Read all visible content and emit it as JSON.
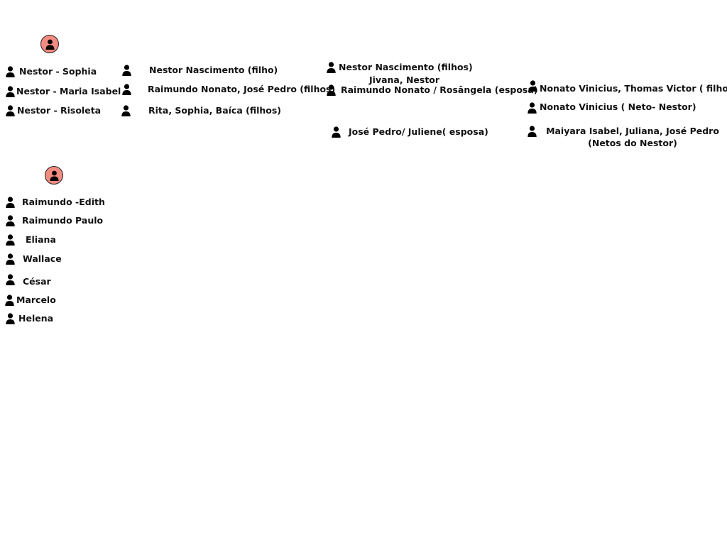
{
  "colors": {
    "hub_fill": "#f28b82",
    "icon": "#000000",
    "text": "#111111"
  },
  "icon_name": "person-icon",
  "groups": [
    {
      "hub": "person-icon",
      "nodes": [
        {
          "label": "Nestor - Sophia"
        },
        {
          "label": "Nestor - Maria Isabel"
        },
        {
          "label": "Nestor - Risoleta"
        },
        {
          "label": "Nestor  Nascimento  (filho)"
        },
        {
          "label": "Raimundo Nonato,  José Pedro (filhos)"
        },
        {
          "label": "Rita, Sophia, Baíca (filhos)"
        },
        {
          "label": "Nestor  Nascimento  (filhos)"
        },
        {
          "label": "Jivana, Nestor"
        },
        {
          "label": "Raimundo Nonato / Rosângela (esposa)"
        },
        {
          "label": "José Pedro/ Juliene( esposa)"
        },
        {
          "label": "Nonato Vinicius, Thomas Victor ( filhos)."
        },
        {
          "label": "Nonato Vinicius (  Neto- Nestor)"
        },
        {
          "label": "Maiyara Isabel, Juliana, José Pedro (Netos do Nestor)"
        }
      ]
    },
    {
      "hub": "person-icon",
      "nodes": [
        {
          "label": "Raimundo -Edith"
        },
        {
          "label": "Raimundo Paulo"
        },
        {
          "label": "Eliana"
        },
        {
          "label": "Wallace"
        },
        {
          "label": "César"
        },
        {
          "label": "Marcelo"
        },
        {
          "label": "Helena"
        }
      ]
    }
  ]
}
